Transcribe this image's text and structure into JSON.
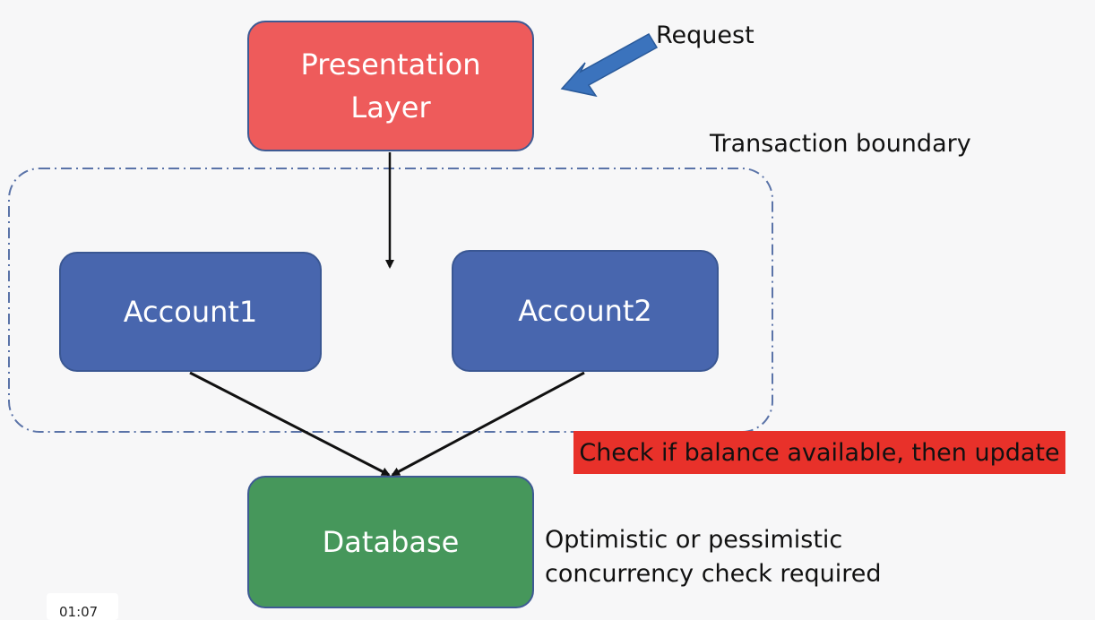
{
  "diagram": {
    "nodes": {
      "presentation": {
        "line1": "Presentation",
        "line2": "Layer"
      },
      "account1": "Account1",
      "account2": "Account2",
      "database": "Database"
    },
    "labels": {
      "request": "Request",
      "transaction_boundary": "Transaction boundary",
      "balance_check": "Check if balance available, then update",
      "concurrency_line1": "Optimistic or pessimistic",
      "concurrency_line2": "concurrency check required"
    },
    "edges": [
      {
        "from": "presentation",
        "to": "transaction-boundary"
      },
      {
        "from": "account1",
        "to": "database"
      },
      {
        "from": "account2",
        "to": "database"
      }
    ]
  },
  "video": {
    "timestamp": "01:07"
  },
  "colors": {
    "presentation_fill": "#ee5b5b",
    "account_fill": "#4866ae",
    "database_fill": "#46975b",
    "boundary_stroke": "#5a73a8",
    "request_arrow": "#3b73bd",
    "note_fill": "#e8312a"
  }
}
